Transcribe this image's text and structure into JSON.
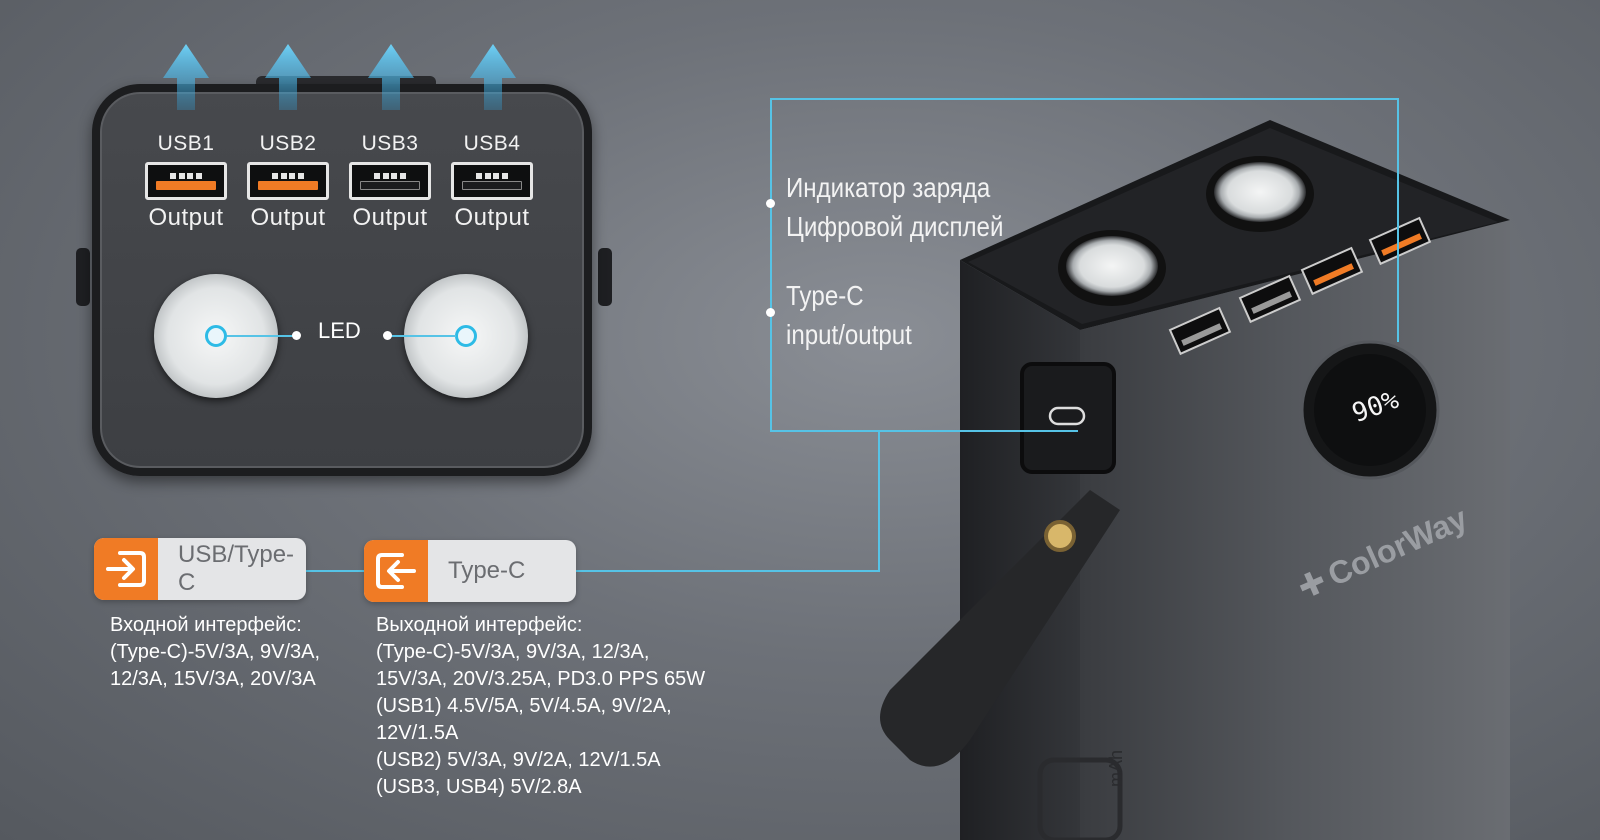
{
  "panel": {
    "ports": [
      {
        "name": "USB1",
        "label": "Output",
        "tongue": "#f07b25"
      },
      {
        "name": "USB2",
        "label": "Output",
        "tongue": "#f07b25"
      },
      {
        "name": "USB3",
        "label": "Output",
        "tongue": "#1a1b1d"
      },
      {
        "name": "USB4",
        "label": "Output",
        "tongue": "#1a1b1d"
      }
    ],
    "led_label": "LED"
  },
  "callouts": {
    "display": {
      "line1": "Индикатор заряда",
      "line2": "Цифровой дисплей"
    },
    "typec": {
      "line1": "Type-C",
      "line2": "input/output"
    }
  },
  "interfaces": {
    "input": {
      "label": "USB/Type-C",
      "title": "Входной интерфейс:",
      "lines": [
        "(Type-C)-5V/3A, 9V/3A,",
        "12/3A, 15V/3A, 20V/3A"
      ]
    },
    "output": {
      "label": "Type-C",
      "title": "Выходной интерфейс:",
      "lines": [
        "(Type-C)-5V/3A, 9V/3A, 12/3A,",
        "15V/3A, 20V/3.25A, PD3.0 PPS 65W",
        "(USB1) 4.5V/5A, 5V/4.5A, 9V/2A,",
        "12V/1.5A",
        "(USB2) 5V/3A, 9V/2A, 12V/1.5A",
        "(USB3, USB4) 5V/2.8A"
      ]
    }
  },
  "device": {
    "brand": "ColorWay",
    "display_value": "90%",
    "unit_text": "mAh",
    "top_ports": [
      "USB4",
      "USB3",
      "USB2",
      "USB1"
    ]
  },
  "colors": {
    "accent": "#f07b25",
    "line": "#56c3e6",
    "arrow": "#4fc0ee"
  }
}
